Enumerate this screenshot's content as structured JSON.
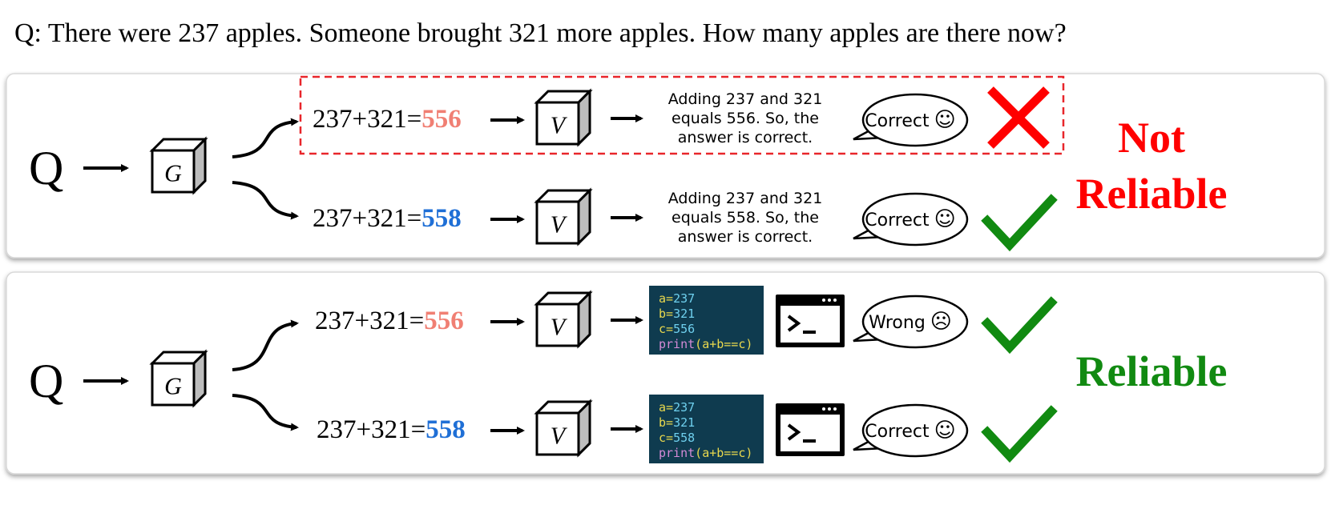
{
  "question": "Q: There were 237 apples. Someone brought 321 more apples. How many apples are there now?",
  "colors": {
    "wrong_value": "#f07f73",
    "right_value": "#1f6fd6",
    "not_reliable": "#ff0000",
    "reliable": "#118a11",
    "check": "#118a11",
    "cross": "#ff0000",
    "dashed_box": "#e8262b",
    "code_bg": "#0f3b4f",
    "code_var": "#e9d84d",
    "code_value": "#6fd0ee",
    "code_print": "#d38ad6"
  },
  "panels": [
    {
      "input_label": "Q",
      "generator_label": "G",
      "verdict_label": "Not\nReliable",
      "rows": [
        {
          "expression": "237+321=",
          "answer": "556",
          "answer_kind": "wrong",
          "verifier_label": "V",
          "explanation": [
            "Adding 237 and 321",
            "equals 556.  So, the",
            "answer is correct."
          ],
          "bubble_text": "Correct",
          "bubble_face": "☺",
          "outcome": "cross",
          "highlighted": true
        },
        {
          "expression": "237+321=",
          "answer": "558",
          "answer_kind": "right",
          "verifier_label": "V",
          "explanation": [
            "Adding 237 and 321",
            "equals 558.  So, the",
            "answer is correct."
          ],
          "bubble_text": "Correct",
          "bubble_face": "☺",
          "outcome": "check",
          "highlighted": false
        }
      ]
    },
    {
      "input_label": "Q",
      "generator_label": "G",
      "verdict_label": "Reliable",
      "rows": [
        {
          "expression": "237+321=",
          "answer": "556",
          "answer_kind": "wrong",
          "verifier_label": "V",
          "code": [
            {
              "var": "a",
              "eq": "=",
              "val": "237"
            },
            {
              "var": "b",
              "eq": "=",
              "val": "321"
            },
            {
              "var": "c",
              "eq": "=",
              "val": "556"
            }
          ],
          "code_print": {
            "fn": "print",
            "arg_open": "(",
            "arg": "a+b==c",
            "arg_close": ")"
          },
          "terminal_prompt": ">_",
          "bubble_text": "Wrong",
          "bubble_face": "☹",
          "outcome": "check",
          "highlighted": false
        },
        {
          "expression": "237+321=",
          "answer": "558",
          "answer_kind": "right",
          "verifier_label": "V",
          "code": [
            {
              "var": "a",
              "eq": "=",
              "val": "237"
            },
            {
              "var": "b",
              "eq": "=",
              "val": "321"
            },
            {
              "var": "c",
              "eq": "=",
              "val": "558"
            }
          ],
          "code_print": {
            "fn": "print",
            "arg_open": "(",
            "arg": "a+b==c",
            "arg_close": ")"
          },
          "terminal_prompt": ">_",
          "bubble_text": "Correct",
          "bubble_face": "☺",
          "outcome": "check",
          "highlighted": false
        }
      ]
    }
  ]
}
